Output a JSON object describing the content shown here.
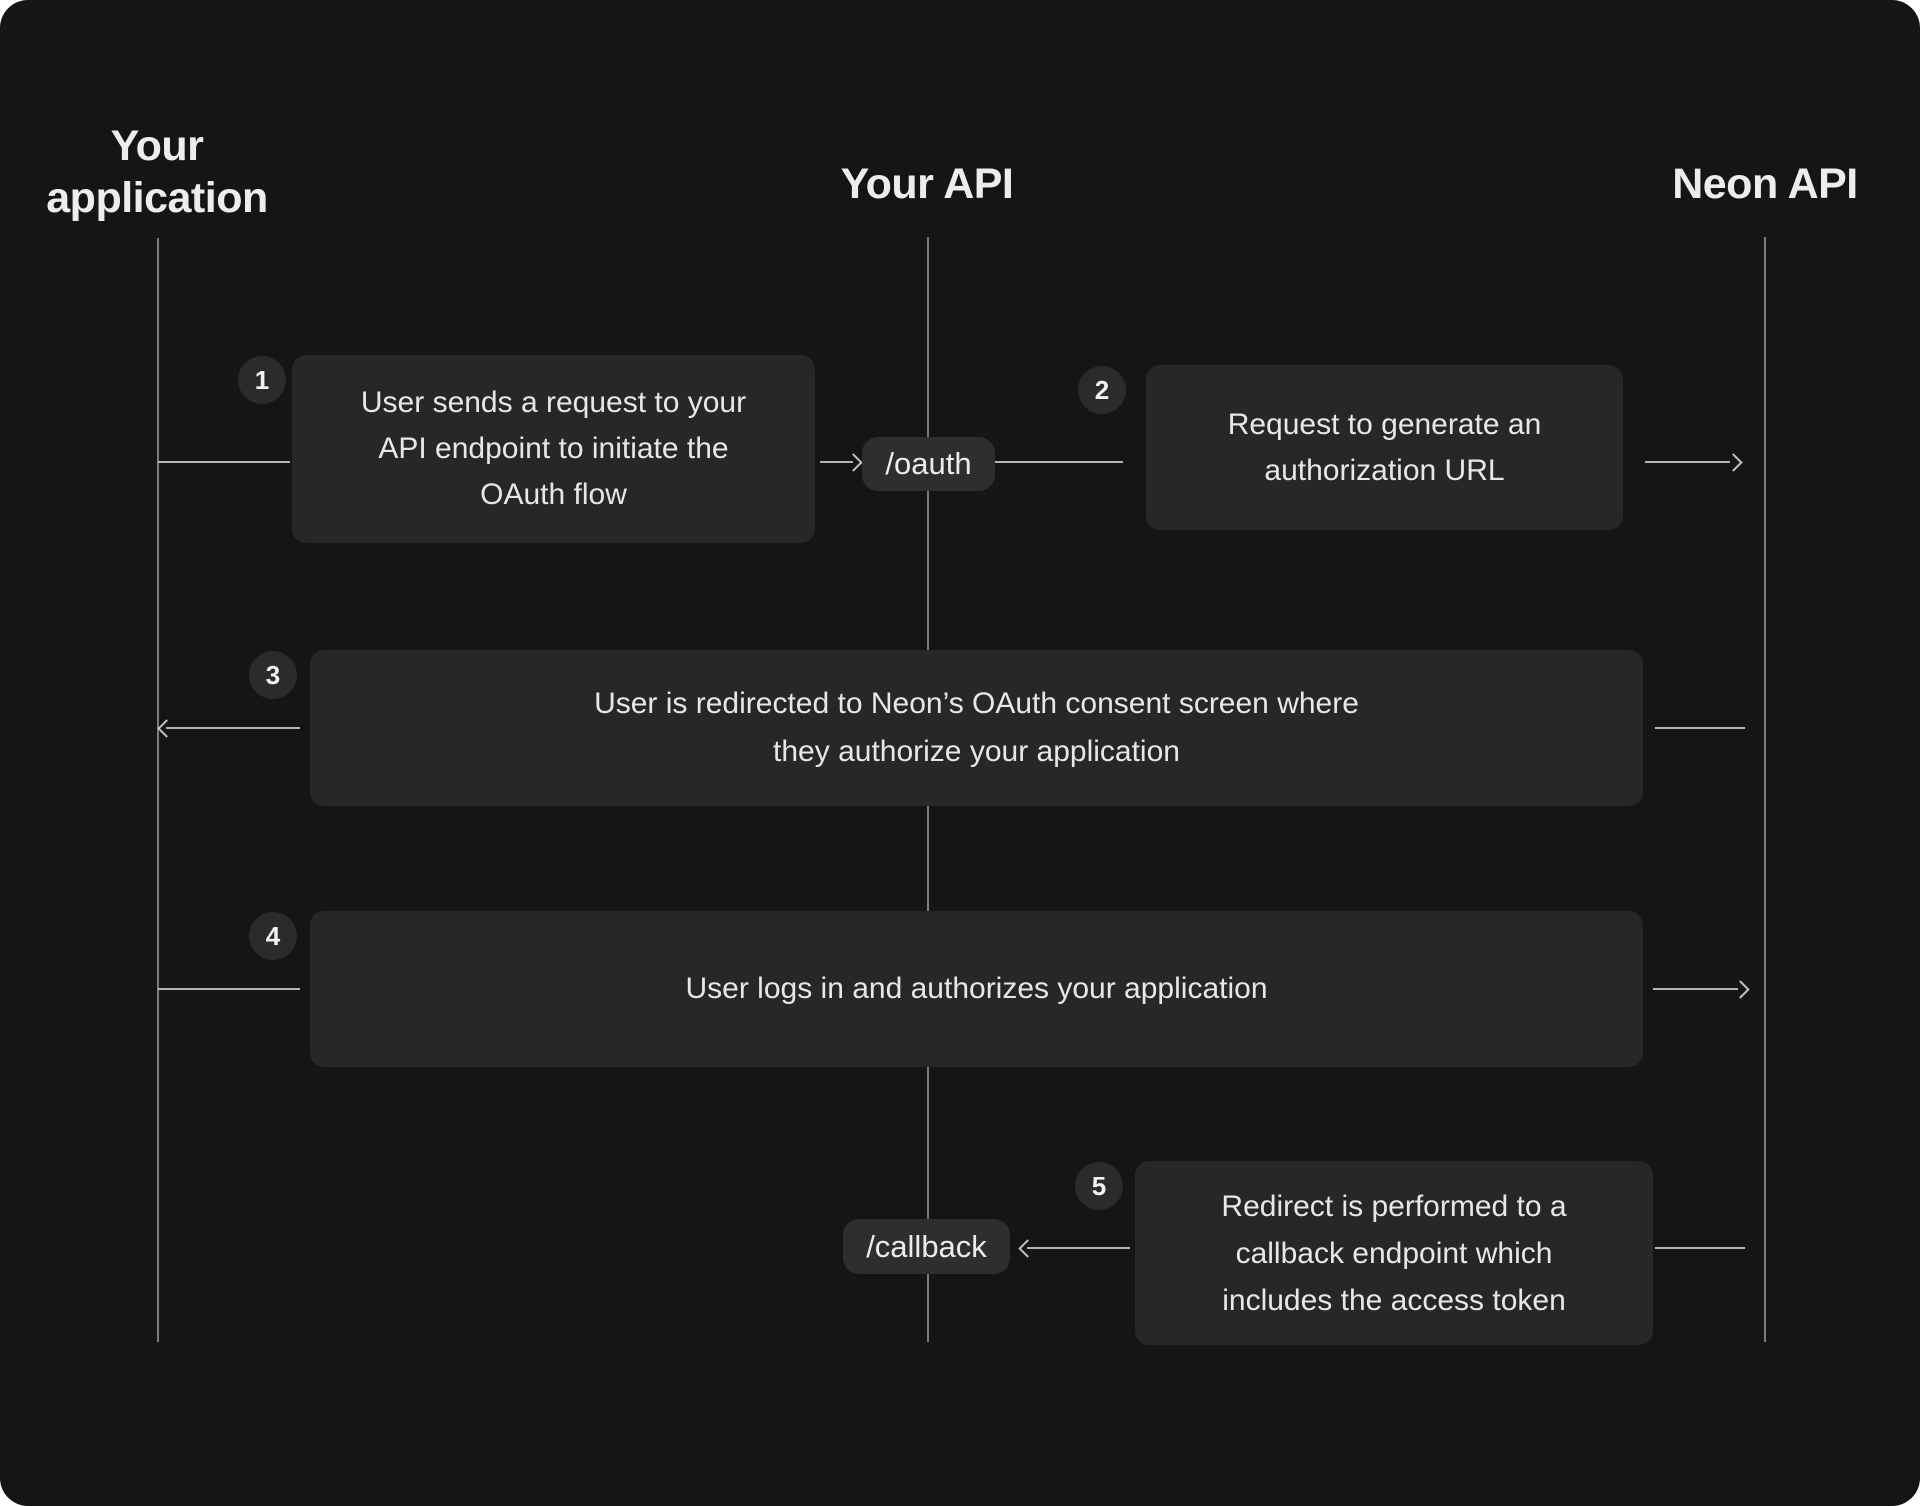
{
  "diagram": {
    "actors": [
      {
        "id": "your-application",
        "label": "Your\napplication"
      },
      {
        "id": "your-api",
        "label": "Your API"
      },
      {
        "id": "neon-api",
        "label": "Neon API"
      }
    ],
    "endpoints": [
      {
        "id": "oauth",
        "label": "/oauth"
      },
      {
        "id": "callback",
        "label": "/callback"
      }
    ],
    "steps": [
      {
        "number": "1",
        "text": "User sends a request to your\nAPI endpoint to initiate the\nOAuth flow"
      },
      {
        "number": "2",
        "text": "Request to generate an\nauthorization URL"
      },
      {
        "number": "3",
        "text": "User is redirected to Neon’s OAuth consent screen where\nthey authorize your application"
      },
      {
        "number": "4",
        "text": "User logs in and authorizes your application"
      },
      {
        "number": "5",
        "text": "Redirect is performed to a\ncallback endpoint which\nincludes the access token"
      }
    ],
    "colors": {
      "background": "#151515",
      "box": "#272727",
      "pill": "#2e2e2e",
      "circle": "#2b2b2b",
      "lifeline": "#969696",
      "arrow": "#b5b5b5",
      "text": "#e7e7e7",
      "heading": "#ededed"
    }
  }
}
